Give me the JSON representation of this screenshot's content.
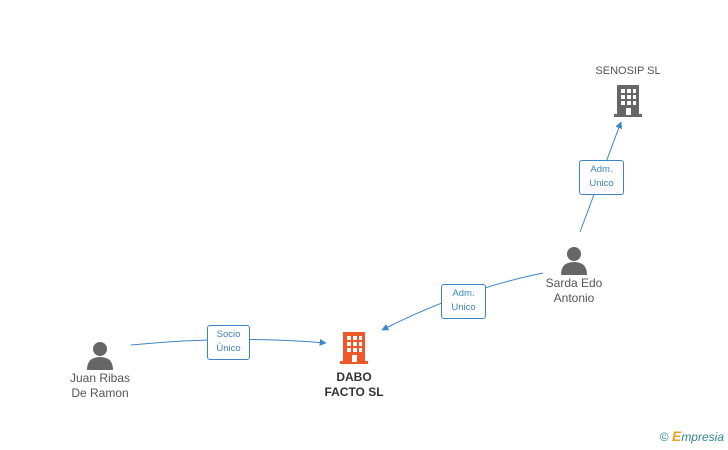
{
  "nodes": {
    "senosip": {
      "label": "SENOSIP SL",
      "type": "company",
      "color": "#666666"
    },
    "dabo": {
      "label_line1": "DABO",
      "label_line2": "FACTO SL",
      "type": "company",
      "color": "#f0582a"
    },
    "sarda": {
      "label_line1": "Sarda Edo",
      "label_line2": "Antonio",
      "type": "person",
      "color": "#666666"
    },
    "juan": {
      "label_line1": "Juan Ribas",
      "label_line2": "De Ramon",
      "type": "person",
      "color": "#666666"
    }
  },
  "edges": [
    {
      "from": "sarda",
      "to": "senosip",
      "label_line1": "Adm.",
      "label_line2": "Unico"
    },
    {
      "from": "sarda",
      "to": "dabo",
      "label_line1": "Adm.",
      "label_line2": "Unico"
    },
    {
      "from": "juan",
      "to": "dabo",
      "label_line1": "Socio",
      "label_line2": "Único"
    }
  ],
  "edge_color": "#3d85c6",
  "branding": {
    "copyright": "©",
    "initial": "E",
    "name": "mpresia"
  }
}
